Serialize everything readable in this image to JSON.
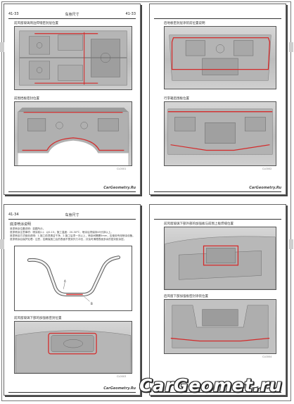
{
  "pages": {
    "top_left": {
      "header_left": "41-33",
      "header_center": "车身尺寸",
      "header_right": "41-33",
      "caption_1": "前风窗玻璃周边焊缝密封层位置",
      "caption_2": "前围挡板密封位置",
      "footer": "CarGeometry.Ru",
      "page_mark": "CL0001"
    },
    "top_right": {
      "caption_1": "后地板密封层涂装前位置说明",
      "caption_2": "行李箱后围板位置",
      "footer": "CarGeometry.Ru",
      "page_mark": "CL0002"
    },
    "bottom_left": {
      "header_left": "41-34",
      "header_center": "车身尺寸",
      "section_title": "底漆喷涂说明",
      "body_lines": [
        "底漆喷涂位置说明：如图所示。",
        "底漆喷涂注意事项：喷涂前(L)：以0.15；施工温度：20-30℃，喷涂后须保持45分钟以上。",
        "底漆喷涂方式使用说明：1.施工前须清洁干净，2.施工后须一天以上，喷涂间隔需5mm，应使用专用喷涂设备。",
        "底漆喷涂后保护处理：注意，应确保施工后的表面不受到外力冲击，并及时清理表面多余的密封胶涂层。"
      ],
      "pipe_label_a": "A",
      "pipe_label_b": "B",
      "caption_2": "前风窗玻璃下部的加强板密封位置",
      "footer": "CarGeometry.Ru",
      "page_mark": "CL0003"
    },
    "bottom_right": {
      "caption_1": "前风窗玻璃下部外部的加强板与前围上板焊缝位置",
      "caption_2": "后风窗下部加强板密封涂装位置",
      "footer": "CarGeometry.Ru",
      "page_mark": "CL0004"
    }
  },
  "watermark": "CarGeomet.ru",
  "colors": {
    "sealant_line": "#d42a2a",
    "figure_bg": "#c8c8c8",
    "page_border": "#666666"
  }
}
